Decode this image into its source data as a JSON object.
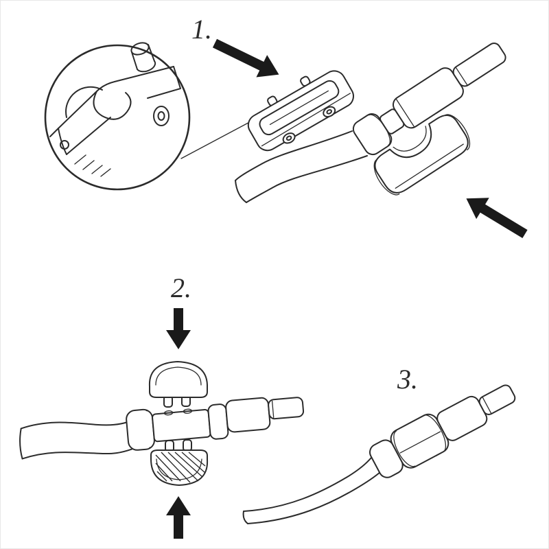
{
  "figure": {
    "background": "#ffffff",
    "line_color": "#2b2b2b",
    "arrow_color": "#1a1a1a"
  },
  "steps": [
    {
      "label": "1."
    },
    {
      "label": "2."
    },
    {
      "label": "3."
    }
  ],
  "icons": {
    "step1_insert": "arrow-down-right-icon",
    "step1_attach": "arrow-up-left-icon",
    "step2_press_top": "arrow-down-icon",
    "step2_press_bottom": "arrow-up-icon"
  }
}
